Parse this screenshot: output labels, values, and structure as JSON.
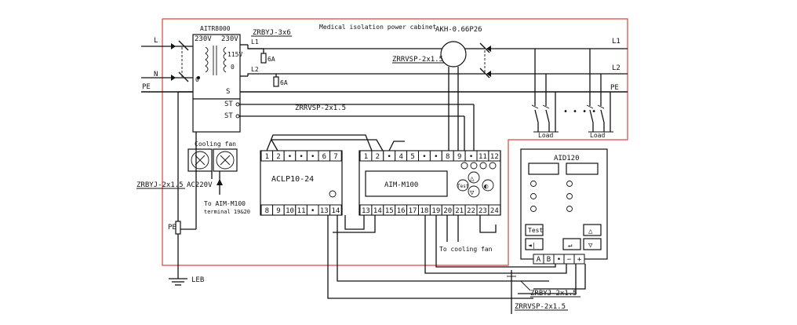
{
  "cabinet_title": "Medical isolation power cabinet",
  "lines": {
    "L": "L",
    "N": "N",
    "PE": "PE",
    "L1": "L1",
    "L2": "L2",
    "PE_out": "PE",
    "L1_int": "L1",
    "L2_int": "L2"
  },
  "transformer": {
    "name": "AITR8000",
    "primary": "230V",
    "secondary": "230V",
    "tap1": "115V",
    "tap2": "0",
    "zero": "0",
    "S": "S",
    "ST1": "ST",
    "ST2": "ST"
  },
  "fuses": {
    "f1": "6A",
    "f2": "6A"
  },
  "cables": {
    "top": "ZRBYJ-3x6",
    "meter": "ZRRVSP-2x1.5",
    "st": "ZRRVSP-2x1.5",
    "left": "ZRBYJ-2x1.5",
    "bottom1": "ZRBYJ-2x1.5",
    "bottom2": "ZRRVSP-2x1.5"
  },
  "meter": {
    "label": "AKH-0.66P26"
  },
  "fan": {
    "label": "Cooling fan",
    "voltage": "AC220V",
    "to_line1": "To AIM-M100",
    "to_line2": "terminal 19&20"
  },
  "aclp": {
    "name": "ACLP10-24",
    "top_terms": [
      "1",
      "2",
      "•",
      "•",
      "•",
      "6",
      "7"
    ],
    "bot_terms": [
      "8",
      "9",
      "10",
      "11",
      "•",
      "13",
      "14"
    ]
  },
  "aim": {
    "name": "AIM-M100",
    "top_terms": [
      "1",
      "2",
      "•",
      "4",
      "5",
      "•",
      "•",
      "8",
      "9",
      "•",
      "11",
      "12"
    ],
    "bot_terms": [
      "13",
      "14",
      "15",
      "16",
      "17",
      "18",
      "19",
      "20",
      "21",
      "22",
      "23",
      "24"
    ],
    "btn_test": "Test",
    "btn_up": "△",
    "btn_down": "▽",
    "btn_mute": "◐"
  },
  "aid": {
    "name": "AID120",
    "btn_test": "Test",
    "btn_up": "△",
    "btn_down": "▽",
    "btn_mute": "◄|",
    "btn_enter": "↵",
    "terms": [
      "A",
      "B",
      "•",
      "−",
      "+"
    ]
  },
  "to_cooling_fan": "To cooling fan",
  "loads": {
    "load1": "Load",
    "load2": "Load",
    "dots": "• • • •"
  },
  "pe_terminal": "PE",
  "leb": "LEB"
}
